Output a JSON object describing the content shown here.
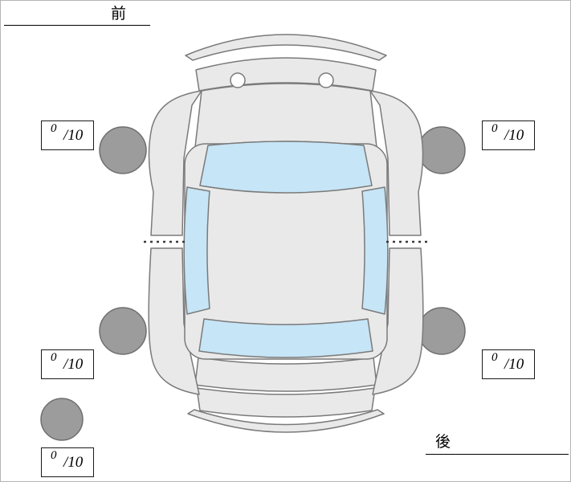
{
  "labels": {
    "front": "前",
    "rear": "後"
  },
  "tires": {
    "front_left": {
      "value": "0",
      "max": "/10"
    },
    "front_right": {
      "value": "0",
      "max": "/10"
    },
    "rear_left": {
      "value": "0",
      "max": "/10"
    },
    "rear_right": {
      "value": "0",
      "max": "/10"
    },
    "spare": {
      "value": "0",
      "max": "/10"
    }
  },
  "colors": {
    "body": "#e9e9e9",
    "outline": "#7a7a7a",
    "glass": "#c6e5f6",
    "wheel": "#9c9c9c",
    "line": "#000000"
  }
}
